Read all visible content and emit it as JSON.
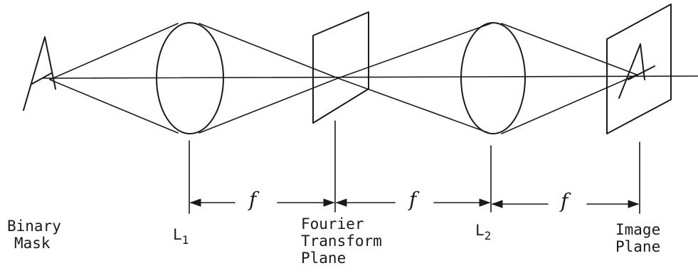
{
  "labels": {
    "binary_mask_line1": "Binary",
    "binary_mask_line2": "Mask",
    "lens1_main": "L",
    "lens1_sub": "1",
    "fourier_line1": "Fourier",
    "fourier_line2": "Transform",
    "fourier_line3": "Plane",
    "lens2_main": "L",
    "lens2_sub": "2",
    "image_line1": "Image",
    "image_line2": "Plane"
  },
  "distances": [
    "f",
    "f",
    "f"
  ],
  "objects": {
    "mask_letter": "A",
    "image_letter": "A"
  }
}
